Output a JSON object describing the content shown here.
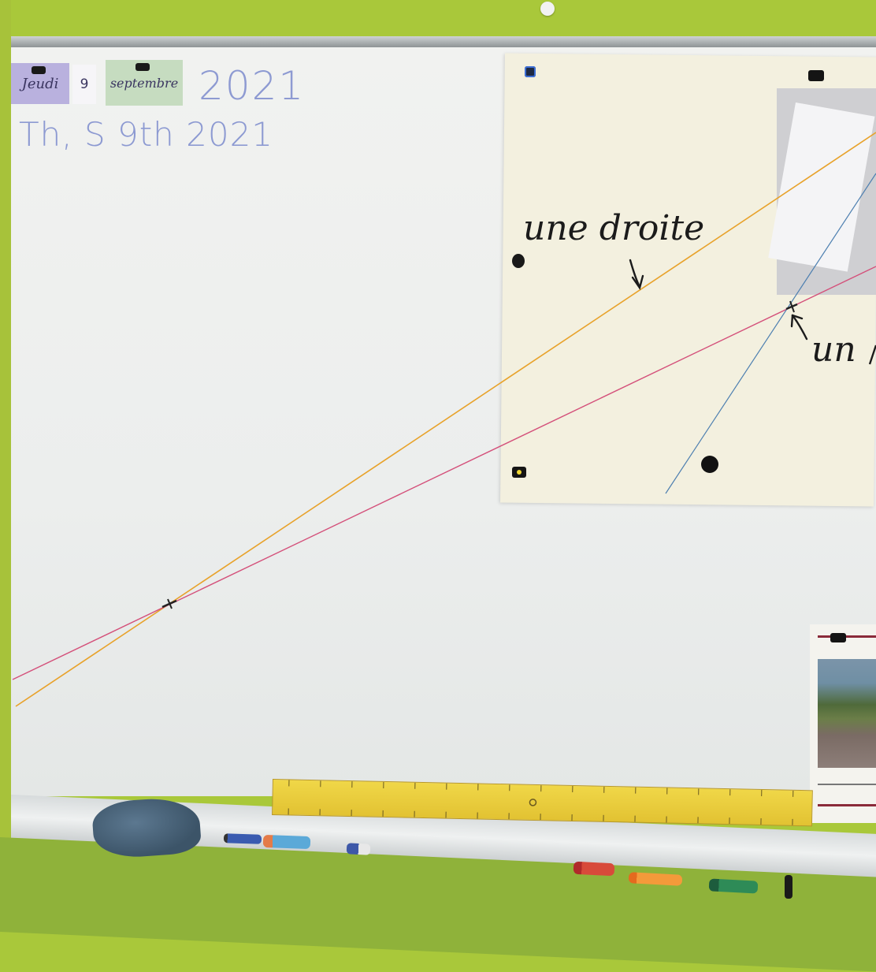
{
  "calendar": {
    "day_name": "Jeudi",
    "day_number": "9",
    "month": "septembre",
    "year": "2021",
    "english_date": "Th, S 9th 2021"
  },
  "poster": {
    "label_line": "une droite",
    "label_point_partial": "un"
  },
  "colors": {
    "wall_green": "#a9c83a",
    "board_white": "#eef0ee",
    "poster_paper": "#f3f0df",
    "orange_thread": "#e8a22a",
    "pink_thread": "#d4507a",
    "blue_thread": "#4d7fb0",
    "ruler_yellow": "#e5c93a",
    "card_purple": "#b9b1de",
    "card_green": "#c6dcc0"
  }
}
